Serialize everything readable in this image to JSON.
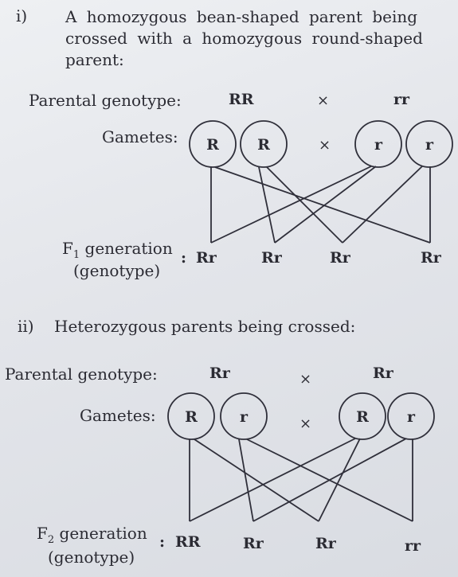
{
  "part1": {
    "numeral": "i)",
    "heading_lines": [
      "A homozygous bean-shaped parent being",
      "crossed with a homozygous round-shaped",
      "parent:"
    ],
    "parental_label": "Parental genotype:",
    "parent1": "RR",
    "parent2": "rr",
    "cross_symbol": "×",
    "gametes_label": "Gametes:",
    "gametes": [
      "R",
      "R",
      "r",
      "r"
    ],
    "generation_label_html_base": "F",
    "generation_sub": "1",
    "generation_word": " generation",
    "colon": ":",
    "genotype_label": "(genotype)",
    "offspring": [
      "Rr",
      "Rr",
      "Rr",
      "Rr"
    ]
  },
  "part2": {
    "numeral": "ii)",
    "heading": "Heterozygous parents being crossed:",
    "parental_label": "Parental genotype:",
    "parent1": "Rr",
    "parent2": "Rr",
    "cross_symbol": "×",
    "gametes_label": "Gametes:",
    "gametes": [
      "R",
      "r",
      "R",
      "r"
    ],
    "generation_base": "F",
    "generation_sub": "2",
    "generation_word": " generation",
    "colon": ":",
    "genotype_label": "(genotype)",
    "offspring": [
      "RR",
      "Rr",
      "Rr",
      "rr"
    ]
  }
}
